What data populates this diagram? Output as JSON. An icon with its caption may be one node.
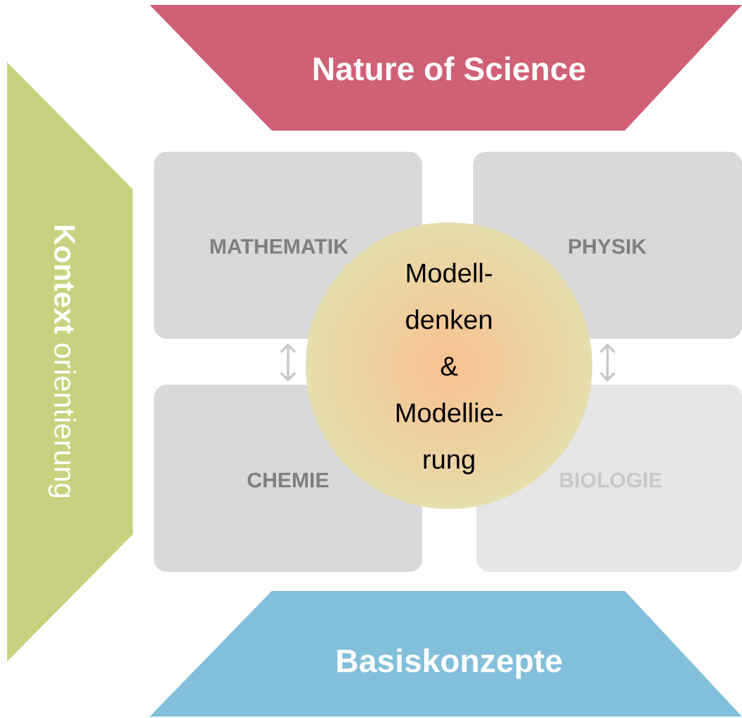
{
  "diagram": {
    "nodes": [
      {
        "text": [
          "Nature of Science"
        ]
      },
      {
        "text": [
          "**Kontext** orientierung"
        ]
      },
      {
        "text": [
          "MATHEMATIK"
        ]
      },
      {
        "text": [
          "PHYSIK"
        ]
      },
      {
        "text": [
          "CHEMIE"
        ]
      },
      {
        "text": [
          "BIOLOGIE"
        ]
      },
      {
        "text": [
          "Modell- denken & Modellie- rung"
        ]
      },
      {
        "text": [
          "Basiskonzepte"
        ]
      }
    ],
    "edges": [
      {
        "from": 2,
        "to": 4,
        "arrow": "both"
      },
      {
        "from": 3,
        "to": 5,
        "arrow": "both"
      }
    ]
  }
}
